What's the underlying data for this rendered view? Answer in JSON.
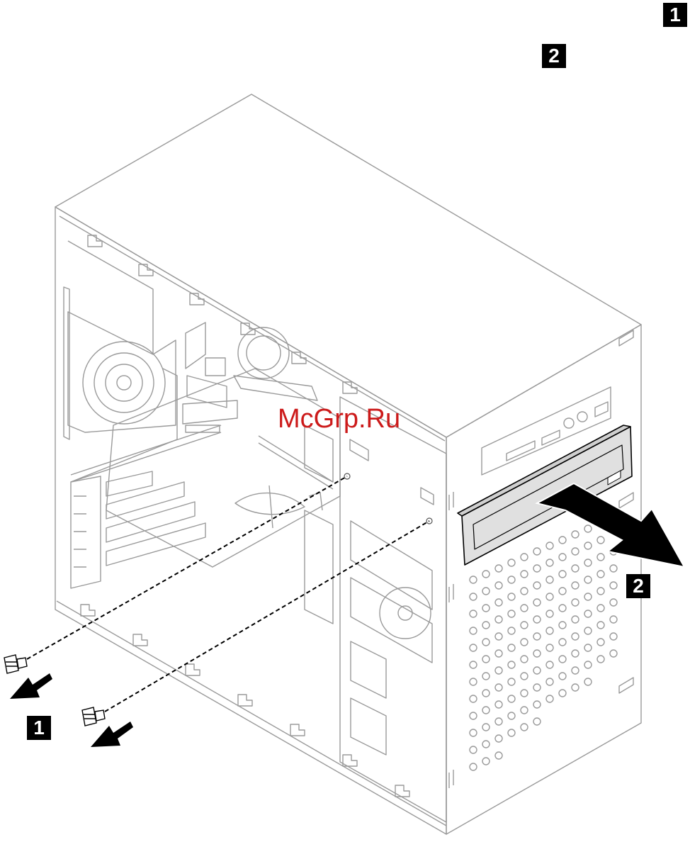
{
  "badges": {
    "top_1": "1",
    "top_2": "2",
    "drive_step": "2",
    "screw_step": "1"
  },
  "watermark": "McGrp.Ru",
  "colors": {
    "line": "#9a9a9a",
    "dark": "#000000",
    "watermark": "#cc1a1a",
    "drive_fill": "#e0e0e0"
  }
}
